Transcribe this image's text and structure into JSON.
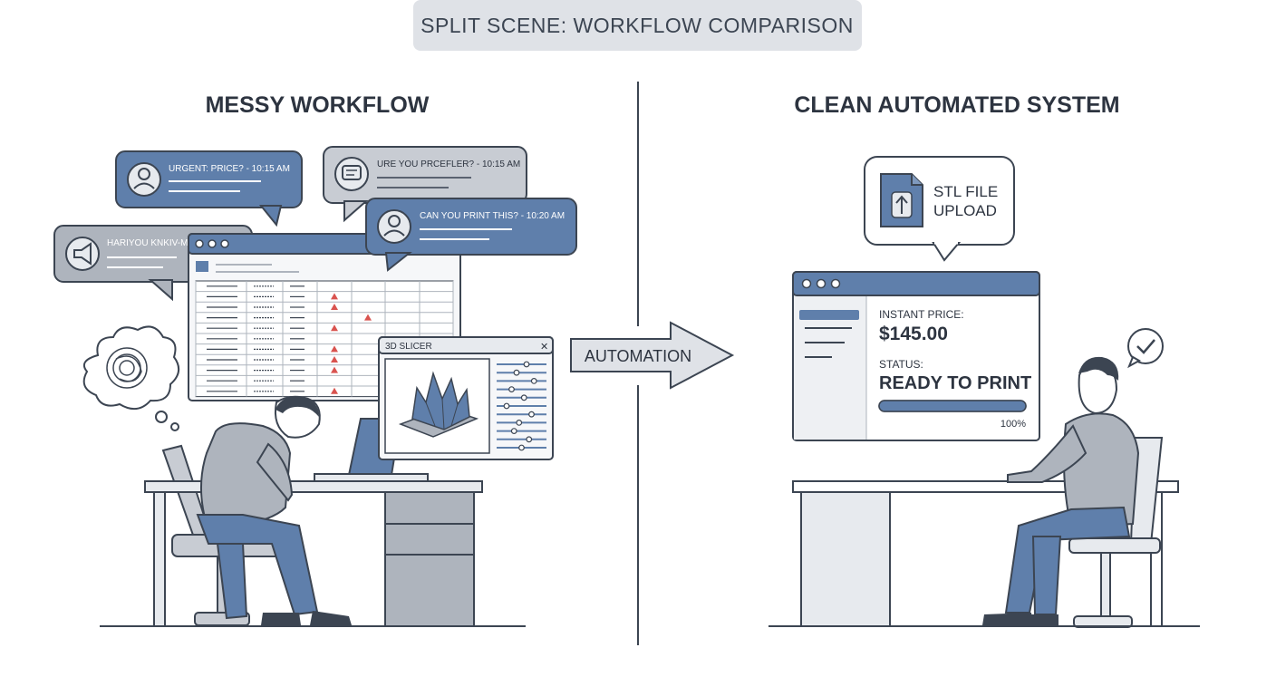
{
  "banner": {
    "title": "SPLIT SCENE: WORKFLOW COMPARISON"
  },
  "left_panel": {
    "heading": "MESSY WORKFLOW",
    "messages": [
      {
        "text": "URGENT: PRICE? - 10:15 AM"
      },
      {
        "text": "URE YOU PRCEFLER? - 10:15 AM"
      },
      {
        "text": "CAN YOU PRINT THIS? - 10:20 AM"
      },
      {
        "text": "HARIYOU KNKIV-MA"
      }
    ],
    "slicer_window": {
      "title": "3D SLICER",
      "close_glyph": "✕"
    }
  },
  "transition": {
    "label": "AUTOMATION"
  },
  "right_panel": {
    "heading": "CLEAN AUTOMATED SYSTEM",
    "upload_bubble": {
      "line1": "STL FILE",
      "line2": "UPLOAD"
    },
    "app_window": {
      "price_label": "INSTANT PRICE:",
      "price_value": "$145.00",
      "status_label": "STATUS:",
      "status_value": "READY TO PRINT",
      "progress_fraction": 1.0,
      "progress_text": "100%"
    }
  },
  "colors": {
    "accent_blue": "#5f7fab",
    "dark_outline": "#3c4552",
    "panel_gray": "#d9dde3",
    "alert_red": "#d9534f"
  },
  "icons": [
    "user-avatar-icon",
    "chat-icon",
    "megaphone-icon",
    "upload-arrow-icon",
    "check-icon",
    "warning-icon",
    "close-icon"
  ]
}
